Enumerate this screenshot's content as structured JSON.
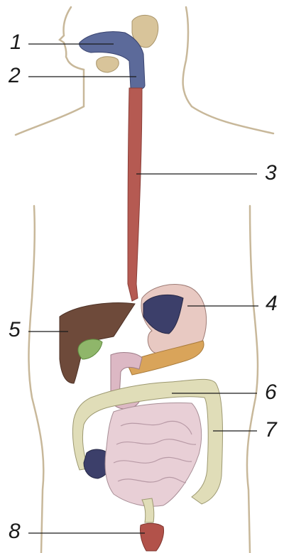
{
  "labels": {
    "l1": "1",
    "l2": "2",
    "l3": "3",
    "l4": "4",
    "l5": "5",
    "l6": "6",
    "l7": "7",
    "l8": "8"
  },
  "colors": {
    "outline": "#c8b89a",
    "leader": "#1a1a1a",
    "mouth": "#5c6a9a",
    "salivary": "#d8c49a",
    "esophagus": "#b55a52",
    "stomach": "#e8c9c2",
    "stomach_inner": "#3c3f6a",
    "liver": "#6e4a3a",
    "gallbladder": "#8fb66a",
    "pancreas": "#d9a45a",
    "small_intestine": "#e8cfd6",
    "large_intestine": "#e0ddb8",
    "rectum": "#b2524a"
  }
}
